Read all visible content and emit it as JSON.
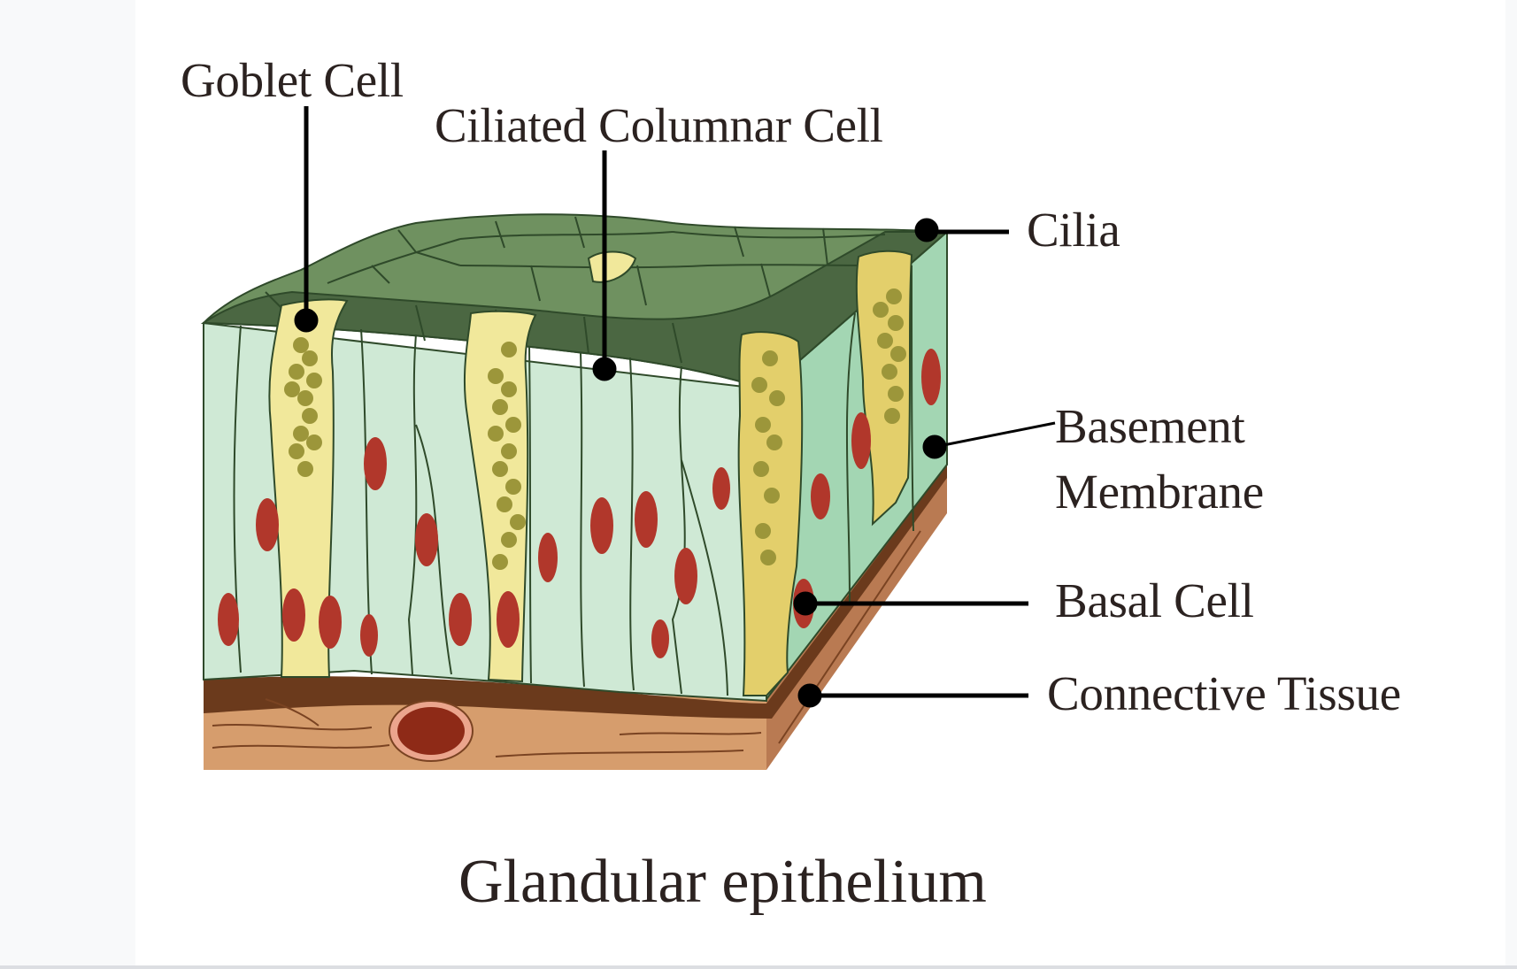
{
  "figure": {
    "caption": "Glandular epithelium",
    "labels": {
      "goblet_cell": "Goblet Cell",
      "ciliated_columnar_cell": "Ciliated Columnar Cell",
      "cilia": "Cilia",
      "basement_membrane_line1": "Basement",
      "basement_membrane_line2": "Membrane",
      "basal_cell": "Basal Cell",
      "connective_tissue": "Connective Tissue"
    },
    "colors": {
      "surface_green": "#6f9160",
      "surface_dark_green": "#4b6742",
      "cell_mint": "#cfe9d5",
      "side_mint": "#a3d6b3",
      "goblet_yellow": "#f1e89b",
      "goblet_side_yellow": "#e3cf6b",
      "granule_olive": "#9c963a",
      "nucleus_red": "#b1372b",
      "connective_tan": "#d69d6d",
      "connective_side": "#b97a52",
      "basement_brown": "#6b3a1c",
      "vessel_red": "#8e2a17",
      "vessel_ring": "#eba58d",
      "leader_line": "#000000"
    }
  }
}
